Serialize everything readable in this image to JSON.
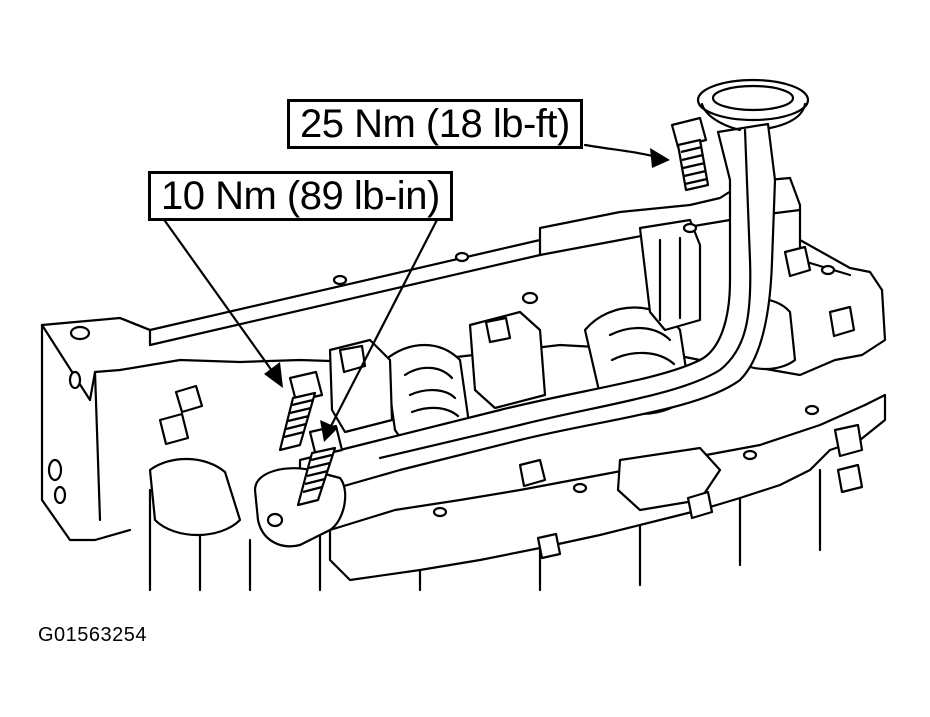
{
  "labels": {
    "upper_torque": "25 Nm (18 lb-ft)",
    "lower_torque": "10 Nm (89 lb-in)"
  },
  "figure_id": "G01563254",
  "colors": {
    "ink": "#000000",
    "paper": "#ffffff"
  }
}
